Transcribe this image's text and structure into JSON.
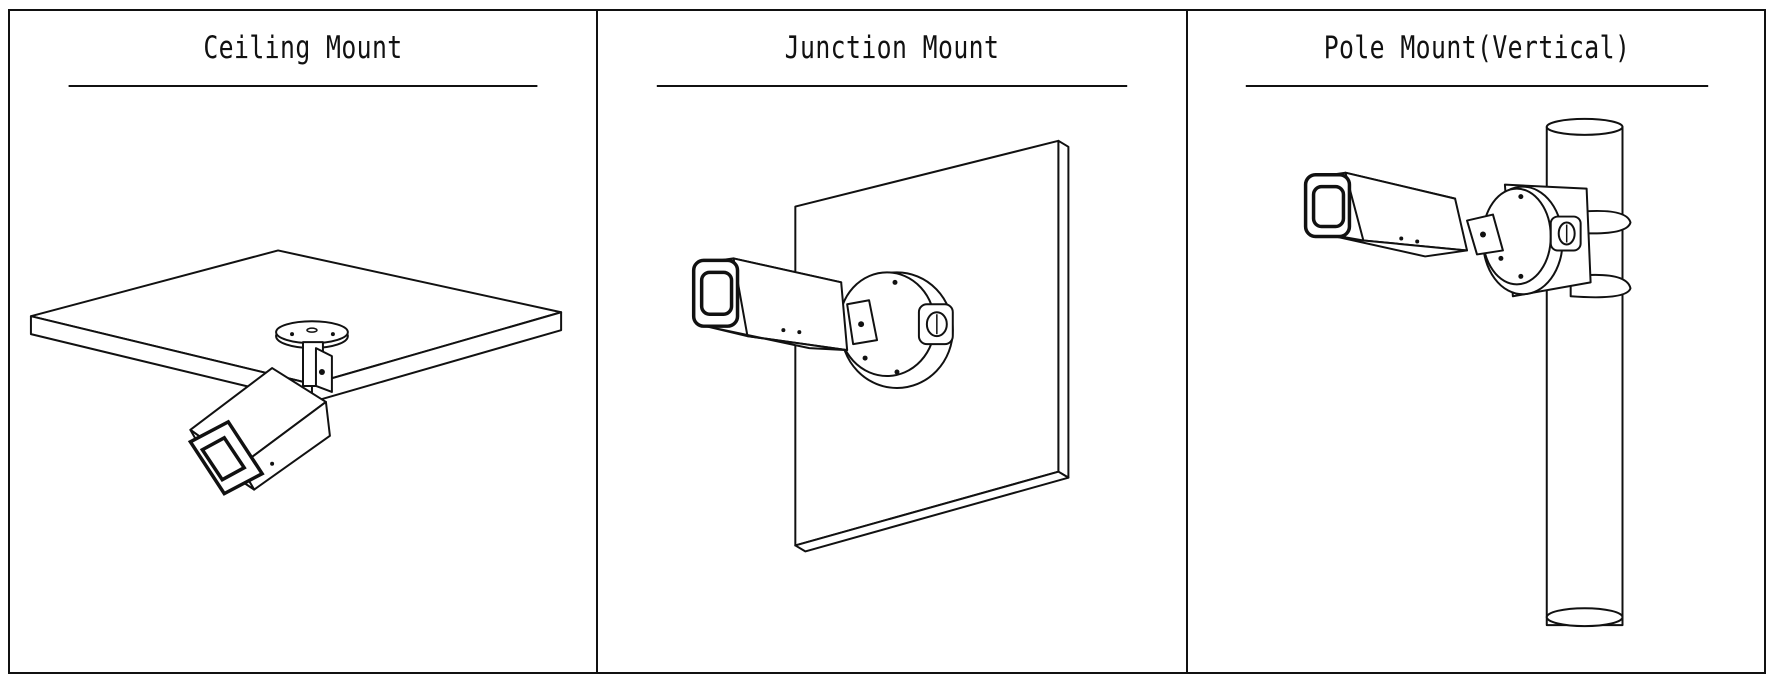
{
  "table": {
    "columns": [
      {
        "header": "Ceiling Mount",
        "illustration": "camera-ceiling-mount-icon"
      },
      {
        "header": "Junction Mount",
        "illustration": "camera-junction-mount-icon"
      },
      {
        "header": "Pole Mount(Vertical)",
        "illustration": "camera-pole-mount-icon"
      }
    ]
  }
}
